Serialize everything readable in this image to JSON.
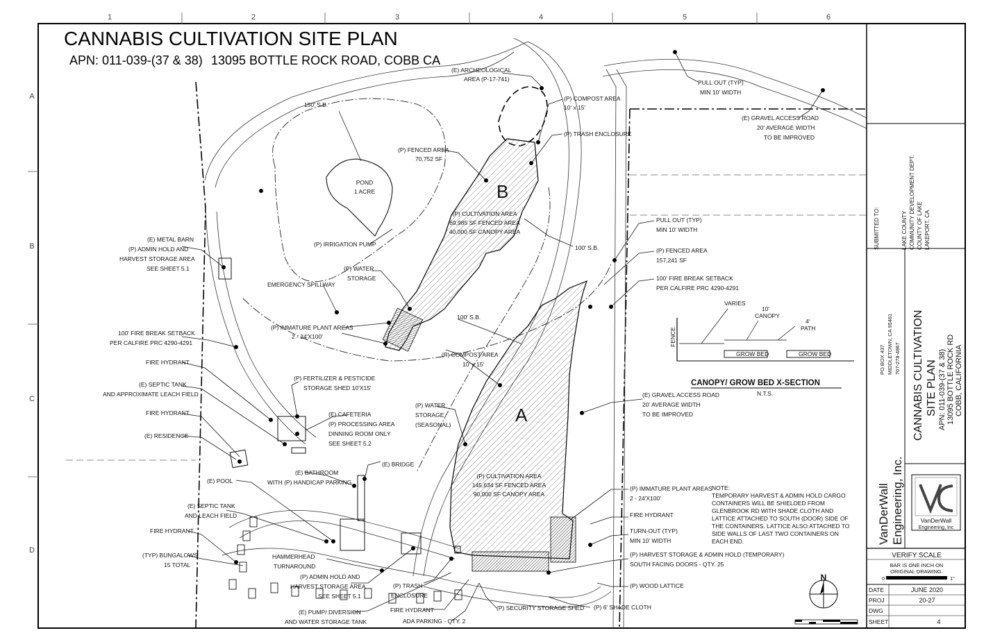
{
  "title": "CANNABIS CULTIVATION SITE PLAN",
  "subtitle_apn": "APN: 011-039-(37 & 38)",
  "subtitle_address": "13095 BOTTLE ROCK ROAD, COBB CA",
  "grid": {
    "columns": [
      "1",
      "2",
      "3",
      "4",
      "5",
      "6"
    ],
    "rows": [
      "A",
      "B",
      "C",
      "D"
    ]
  },
  "areas": {
    "A": "A",
    "B": "B",
    "pond": [
      "POND",
      "1 ACRE"
    ],
    "setback_150": "150' S.B.",
    "setback_100a": "100' S.B.",
    "setback_100b": "100' S.B."
  },
  "labels": {
    "archeological": [
      "(E) ARCHEOLOGICAL",
      "AREA (P-17-741)"
    ],
    "compost_top": [
      "(P) COMPOST AREA",
      "10' x 15'"
    ],
    "trash_enclosure_top": "(P) TRASH ENCLOSURE",
    "fenced_b": [
      "(P) FENCED AREA",
      "70,752 SF"
    ],
    "cultivation_b": [
      "(P) CULTIVATION AREA",
      "69,985 SF FENCED AREA",
      "40,000 SF CANOPY AREA"
    ],
    "irrigation_pump": "(P) IRRIGATION PUMP",
    "metal_barn": [
      "(E) METAL BARN",
      "(P) ADMIN HOLD AND",
      "HARVEST STORAGE AREA",
      "SEE SHEET 5.1"
    ],
    "water_storage": [
      "(P) WATER",
      "STORAGE"
    ],
    "emergency_spillway": "EMERGENCY SPILLWAY",
    "immature_top": [
      "(P) IMMATURE PLANT AREAS",
      "2 - 24'X100'"
    ],
    "fire_break_left": [
      "100' FIRE BREAK SETBACK",
      "PER CALFIRE PRC 4290-4291"
    ],
    "fire_hydrant_1": "FIRE HYDRANT",
    "septic_tank_1": [
      "(E) SEPTIC TANK",
      "AND APPROXIMATE LEACH FIELD"
    ],
    "fire_hydrant_2": "FIRE HYDRANT",
    "residence": "(E) RESIDENCE",
    "fertilizer_shed": [
      "(P) FERTILIZER & PESTICIDE",
      "STORAGE SHED 10'X15'"
    ],
    "cafeteria": [
      "(E) CAFETERIA",
      "(P) PROCESSING AREA",
      "DINNING ROOM ONLY",
      "SEE SHEET 5.2"
    ],
    "compost_mid": [
      "(P) COMPOST AREA",
      "10' x 15'"
    ],
    "water_storage_seasonal": [
      "(P) WATER",
      "STORAGE",
      "(SEASONAL)"
    ],
    "bridge": "(E) BRIDGE",
    "bathroom": [
      "(E) BATHROOM",
      "WITH (P) HANDICAP PARKING"
    ],
    "pool": "(E) POOL",
    "septic_tank_2": [
      "(E) SEPTIC TANK",
      "AND LEACH FIELD"
    ],
    "fire_hydrant_3": "FIRE HYDRANT",
    "bungalows": [
      "(TYP) BUNGALOWS",
      "15 TOTAL"
    ],
    "hammerhead": [
      "HAMMERHEAD",
      "TURNAROUND"
    ],
    "admin_hold": [
      "(P) ADMIN HOLD AND",
      "HARVEST STORAGE AREA",
      "SEE SHEET 5.1"
    ],
    "pump_diversion": [
      "(E) PUMP/ DIVERSION",
      "AND WATER STORAGE TANK"
    ],
    "trash_enclosure_bottom": [
      "(P) TRASH",
      "ENCLOSURE"
    ],
    "fire_hydrant_4": "FIRE HYDRANT",
    "ada_parking": "ADA PARKING - QTY. 2",
    "security_shed": "(P) SECURITY STORAGE SHED",
    "shade_cloth": "(P) 6' SHADE CLOTH",
    "wood_lattice": "(P) WOOD LATTICE",
    "harvest_storage": [
      "(P) HARVEST STORAGE & ADMIN HOLD (TEMPORARY)",
      "SOUTH FACING DOORS - QTY. 25"
    ],
    "turn_out": [
      "TURN-OUT (TYP)",
      "MIN 10' WIDTH"
    ],
    "fire_hydrant_5": "FIRE HYDRANT",
    "immature_bottom": [
      "(P) IMMATURE PLANT AREAS",
      "2 - 24'X100'"
    ],
    "cultivation_a": [
      "(P) CULTIVATION AREA",
      "145,634 SF FENCED AREA",
      "90,000 SF CANOPY AREA"
    ],
    "gravel_road_mid": [
      "(E) GRAVEL ACCESS ROAD",
      "20' AVERAGE WIDTH",
      "TO BE IMPROVED"
    ],
    "fire_break_right": [
      "100' FIRE BREAK SETBACK",
      "PER CALFIRE PRC 4290-4291"
    ],
    "fenced_a": [
      "(P) FENCED AREA",
      "157,241 SF"
    ],
    "pull_out_mid": [
      "PULL OUT (TYP)",
      "MIN 10' WIDTH"
    ],
    "pull_out_top": [
      "PULL OUT (TYP)",
      "MIN 10' WIDTH"
    ],
    "gravel_road_top": [
      "(E) GRAVEL ACCESS ROAD",
      "20' AVERAGE WIDTH",
      "TO BE IMPROVED"
    ]
  },
  "xsection": {
    "title": "CANOPY/ GROW BED X-SECTION",
    "nts": "N.T.S.",
    "varies": "VARIES",
    "canopy": [
      "10'",
      "CANOPY"
    ],
    "path": [
      "4'",
      "PATH"
    ],
    "fence": "FENCE",
    "bed1": "GROW BED",
    "bed2": "GROW BED"
  },
  "note": [
    "NOTE:",
    "TEMPORARY HARVEST & ADMIN HOLD CARGO",
    "CONTAINERS WILL BE SHIELDED FROM",
    "GLENBROOK RD WITH SHADE CLOTH AND",
    "LATTICE ATTACHED TO SOUTH (DOOR) SIDE OF",
    "THE CONTAINERS. LATTICE ALSO ATTACHED TO",
    "SIDE WALLS OF LAST TWO CONTAINERS ON",
    "EACH END."
  ],
  "north": "N",
  "title_block": {
    "submitted_to": "SUBMITTED TO:",
    "agency": [
      "LAKE COUNTY",
      "COMMUNITY DEVELOPMENT DEPT.",
      "COUNTY OF LAKE",
      "LAKEPORT, CA"
    ],
    "owner": [
      "PO BOX 437",
      "MIDDLETOWN, CA 95461",
      "707-278-4867"
    ],
    "sheet_title": [
      "CANNABIS CULTIVATION",
      "SITE PLAN",
      "APN: 011-039-(37 & 38)",
      "13095 BOTTLE ROCK RD",
      "COBB, CALIFORNIA"
    ],
    "firm": [
      "VanDerWall",
      "Engineering, Inc."
    ],
    "logo_text": [
      "VanDerWall",
      "Engineering, Inc"
    ],
    "verify_scale": "VERIFY SCALE",
    "bar_note": [
      "BAR IS ONE INCH ON",
      "ORIGINAL DRAWING."
    ],
    "bar_left": "0",
    "bar_right": "1\"",
    "rows": [
      {
        "label": "DATE",
        "value": "JUNE 2020"
      },
      {
        "label": "PROJ",
        "value": "20-27"
      },
      {
        "label": "DWG",
        "value": ""
      },
      {
        "label": "SHEET",
        "value": "4"
      }
    ]
  }
}
